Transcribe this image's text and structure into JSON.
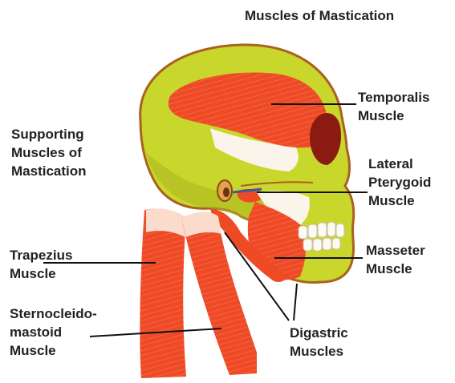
{
  "title": "Muscles of Mastication",
  "labels": {
    "supporting": [
      "Supporting",
      "Muscles of",
      "Mastication"
    ],
    "temporalis": [
      "Temporalis",
      "Muscle"
    ],
    "lateral_pterygoid": [
      "Lateral",
      "Pterygoid",
      "Muscle"
    ],
    "masseter": [
      "Masseter",
      "Muscle"
    ],
    "trapezius": [
      "Trapezius",
      "Muscle"
    ],
    "sternocleidomastoid": [
      "Sternocleido-",
      "mastoid",
      "Muscle"
    ],
    "digastric": [
      "Digastric",
      "Muscles"
    ]
  },
  "colors": {
    "bone": "#c9d72c",
    "bone_shadow": "#aab51e",
    "bone_outline": "#a9621f",
    "muscle": "#ef4a26",
    "muscle_dark": "#c7301a",
    "tendon": "#fbf4ea",
    "eye_socket": "#8a1a12",
    "tooth": "#fbfaf5",
    "leader_line": "#111111",
    "text": "#222222"
  }
}
